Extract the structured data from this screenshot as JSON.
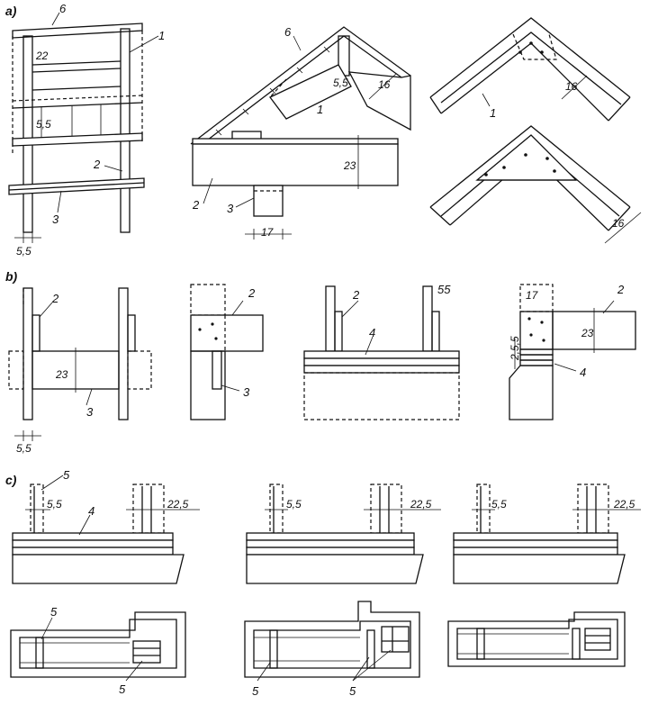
{
  "sections": {
    "a": "a)",
    "b": "b)",
    "c": "c)"
  },
  "labels": {
    "a_left_6": "6",
    "a_left_22": "22",
    "a_left_1": "1",
    "a_left_55": "5,5",
    "a_left_2": "2",
    "a_left_3": "3",
    "a_left_dim": "5,5",
    "a_mid_6": "6",
    "a_mid_55": "5,5",
    "a_mid_16": "16",
    "a_mid_1": "1",
    "a_mid_23": "23",
    "a_mid_2": "2",
    "a_mid_3": "3",
    "a_mid_17": "17",
    "a_r1_16": "16",
    "a_r1_1": "1",
    "a_r2_16": "16",
    "b1_2": "2",
    "b1_23": "23",
    "b1_3": "3",
    "b1_dim": "5,5",
    "b2_2": "2",
    "b2_3": "3",
    "b3_2": "2",
    "b3_55": "55",
    "b3_4": "4",
    "b4_17": "17",
    "b4_2": "2",
    "b4_23": "23",
    "b4_255": "2,5,5",
    "b4_4": "4",
    "c1_5": "5",
    "c1_55": "5,5",
    "c1_4": "4",
    "c1_225": "22,5",
    "c2_55": "5,5",
    "c2_225": "22,5",
    "c3_55": "5,5",
    "c3_225": "22,5",
    "c4_5a": "5",
    "c4_5b": "5",
    "c5_5a": "5",
    "c5_5b": "5"
  },
  "colors": {
    "ink": "#111111",
    "paper": "#ffffff"
  }
}
